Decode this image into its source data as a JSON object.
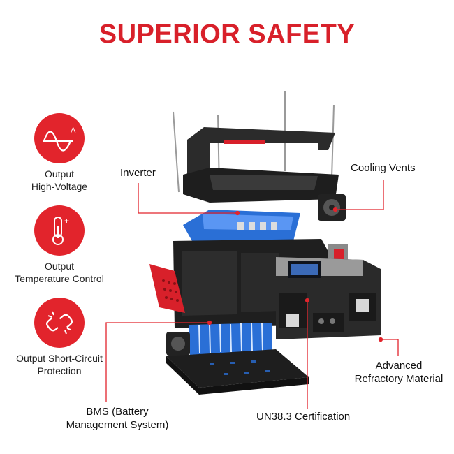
{
  "title": "SUPERIOR SAFETY",
  "features": [
    {
      "line1": "Output",
      "line2": "High-Voltage",
      "icon": "sine-wave-icon"
    },
    {
      "line1": "Output",
      "line2": "Temperature Control",
      "icon": "thermometer-icon"
    },
    {
      "line1": "Output Short-Circuit",
      "line2": "Protection",
      "icon": "broken-link-icon"
    }
  ],
  "callouts": {
    "inverter": "Inverter",
    "cooling_vents": "Cooling Vents",
    "advanced_line1": "Advanced",
    "advanced_line2": "Refractory Material",
    "bms_line1": "BMS (Battery",
    "bms_line2": "Management System)",
    "un38": "UN38.3 Certification"
  },
  "icon_symbols": {
    "amp": "A",
    "plus": "+"
  },
  "colors": {
    "accent": "#e2242c",
    "title": "#d8202a",
    "leader": "#e2242c",
    "heatsink": "#2a6fd6",
    "body": "#1f1f1f"
  }
}
